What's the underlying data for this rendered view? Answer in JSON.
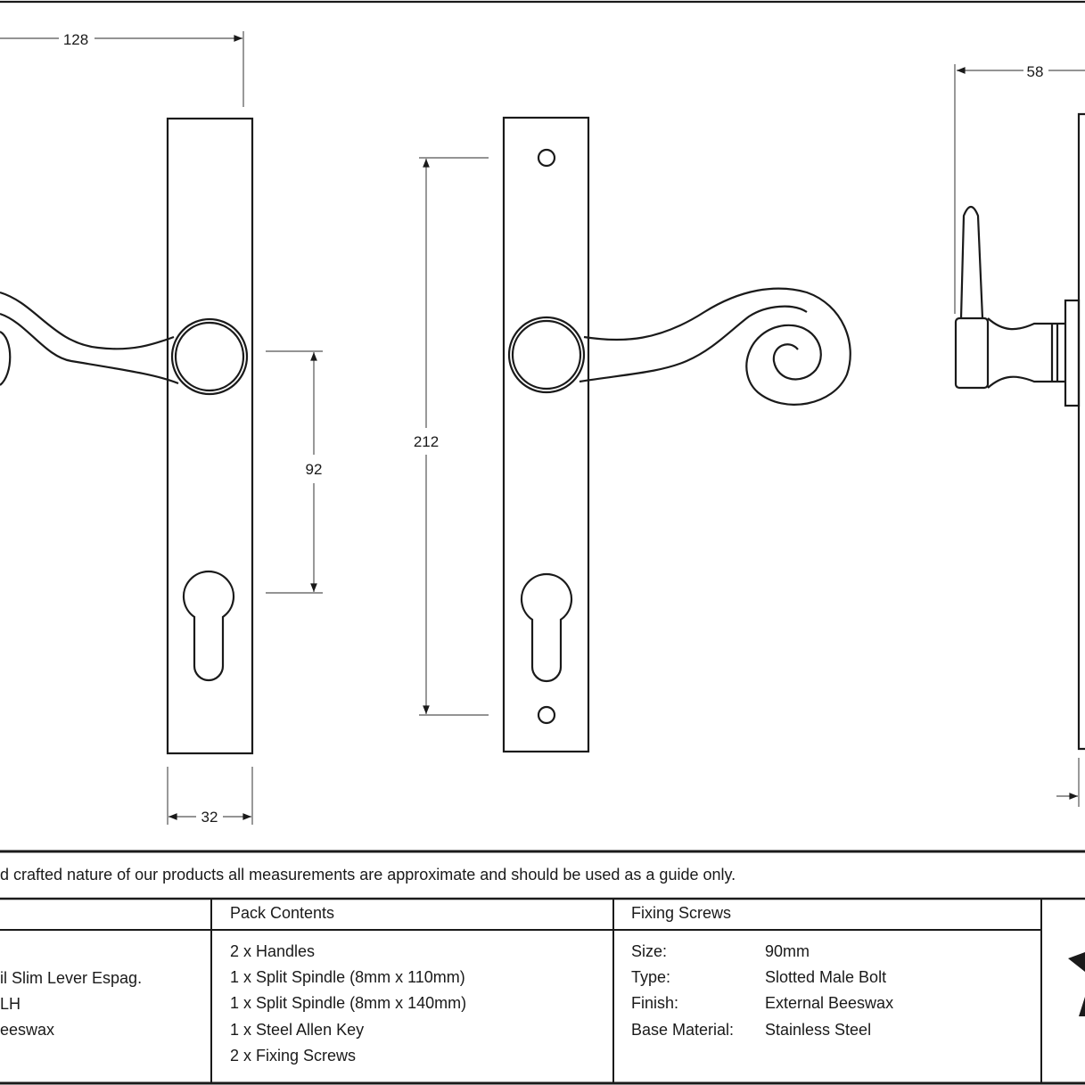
{
  "dimensions": {
    "overall_width": "128",
    "plate_width": "32",
    "spindle_to_cylinder": "92",
    "fixing_centres": "212",
    "projection": "58"
  },
  "disclaimer": "d crafted nature of our products all measurements are approximate and should be used as a guide only.",
  "table": {
    "product_lines": [
      "il Slim Lever Espag.",
      "LH",
      "eeswax"
    ],
    "pack_contents": {
      "header": "Pack Contents",
      "items": [
        "2 x Handles",
        "1 x Split Spindle (8mm x 110mm)",
        "1 x Split Spindle (8mm x 140mm)",
        "1 x Steel Allen Key",
        "2 x Fixing Screws"
      ]
    },
    "fixing_screws": {
      "header": "Fixing Screws",
      "rows": [
        {
          "label": "Size:",
          "value": "90mm"
        },
        {
          "label": "Type:",
          "value": "Slotted Male Bolt"
        },
        {
          "label": "Finish:",
          "value": "External Beeswax"
        },
        {
          "label": "Base Material:",
          "value": "Stainless Steel"
        }
      ]
    }
  }
}
